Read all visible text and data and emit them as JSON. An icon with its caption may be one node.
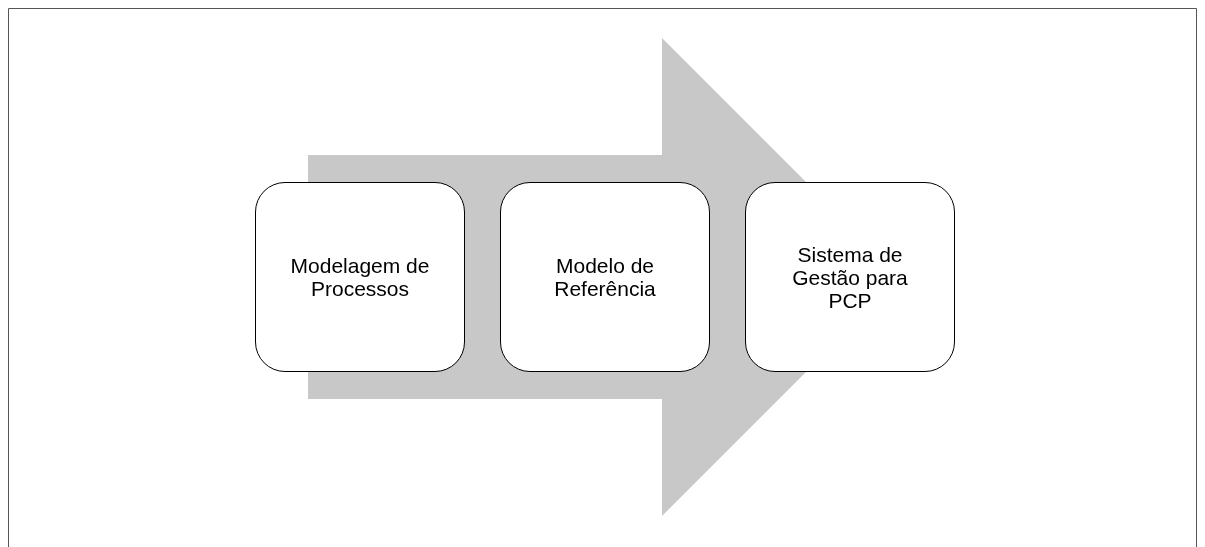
{
  "diagram": {
    "nodes": [
      {
        "text": [
          "Modelagem de Processos"
        ]
      },
      {
        "text": [
          "Modelo de Referência"
        ]
      },
      {
        "text": [
          "Sistema de Gestão para PCP"
        ]
      }
    ],
    "edges": [
      {
        "from": 0,
        "to": 2,
        "arrow": "to"
      }
    ]
  }
}
